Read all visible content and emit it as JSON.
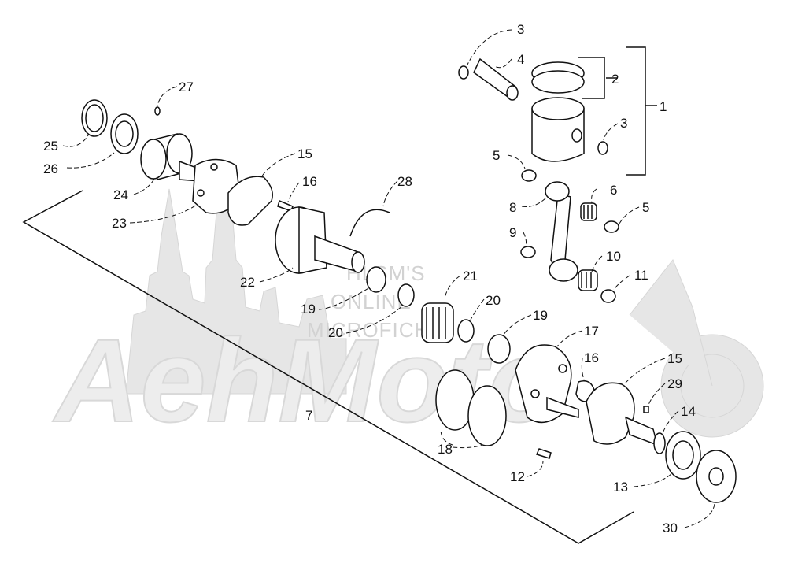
{
  "watermark": {
    "logo_text": "AehMoto",
    "lines": [
      "HLSM'S",
      "ONLINE",
      "MICROFICHE"
    ]
  },
  "callouts": [
    {
      "id": "c1",
      "label": "1"
    },
    {
      "id": "c2",
      "label": "2"
    },
    {
      "id": "c3a",
      "label": "3"
    },
    {
      "id": "c3b",
      "label": "3"
    },
    {
      "id": "c4",
      "label": "4"
    },
    {
      "id": "c5a",
      "label": "5"
    },
    {
      "id": "c5b",
      "label": "5"
    },
    {
      "id": "c6",
      "label": "6"
    },
    {
      "id": "c7",
      "label": "7"
    },
    {
      "id": "c8",
      "label": "8"
    },
    {
      "id": "c9",
      "label": "9"
    },
    {
      "id": "c10",
      "label": "10"
    },
    {
      "id": "c11",
      "label": "11"
    },
    {
      "id": "c12",
      "label": "12"
    },
    {
      "id": "c13",
      "label": "13"
    },
    {
      "id": "c14",
      "label": "14"
    },
    {
      "id": "c15a",
      "label": "15"
    },
    {
      "id": "c15b",
      "label": "15"
    },
    {
      "id": "c16a",
      "label": "16"
    },
    {
      "id": "c16b",
      "label": "16"
    },
    {
      "id": "c17",
      "label": "17"
    },
    {
      "id": "c18",
      "label": "18"
    },
    {
      "id": "c19a",
      "label": "19"
    },
    {
      "id": "c19b",
      "label": "19"
    },
    {
      "id": "c20a",
      "label": "20"
    },
    {
      "id": "c20b",
      "label": "20"
    },
    {
      "id": "c21",
      "label": "21"
    },
    {
      "id": "c22",
      "label": "22"
    },
    {
      "id": "c23",
      "label": "23"
    },
    {
      "id": "c24",
      "label": "24"
    },
    {
      "id": "c25",
      "label": "25"
    },
    {
      "id": "c26",
      "label": "26"
    },
    {
      "id": "c27",
      "label": "27"
    },
    {
      "id": "c28",
      "label": "28"
    },
    {
      "id": "c29",
      "label": "29"
    },
    {
      "id": "c30",
      "label": "30"
    }
  ]
}
